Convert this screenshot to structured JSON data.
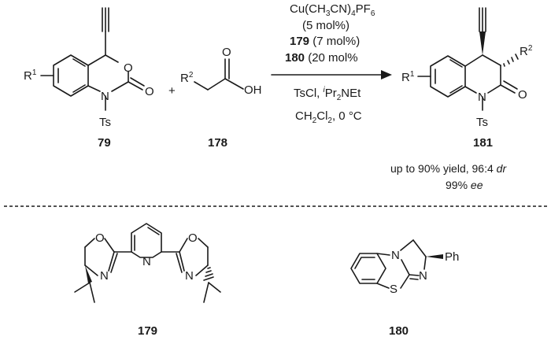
{
  "compounds": {
    "c79": {
      "label": "79",
      "atoms": {
        "r1": "R",
        "r1_sup": "1",
        "o": "O",
        "o_carbonyl": "O",
        "n": "N",
        "ts": "Ts"
      }
    },
    "c178": {
      "label": "178",
      "atoms": {
        "r2": "R",
        "r2_sup": "2",
        "o": "O",
        "oh": "OH"
      }
    },
    "c181": {
      "label": "181",
      "atoms": {
        "r1": "R",
        "r1_sup": "1",
        "r2": "R",
        "r2_sup": "2",
        "o": "O",
        "n": "N",
        "ts": "Ts"
      }
    },
    "c179": {
      "label": "179",
      "atoms": {
        "o_left": "O",
        "n_left": "N",
        "n_pyr": "N",
        "o_right": "O",
        "n_right": "N"
      }
    },
    "c180": {
      "label": "180",
      "atoms": {
        "n_bridge": "N",
        "n_imine": "N",
        "s": "S",
        "ph": "Ph"
      }
    }
  },
  "plus_sign": "+",
  "conditions": {
    "catalyst_a": "Cu(CH",
    "catalyst_b": "3",
    "catalyst_c": "CN)",
    "catalyst_d": "4",
    "catalyst_e": "PF",
    "catalyst_f": "6",
    "catalyst_loading": "(5 mol%)",
    "ligand_id": "179",
    "ligand_loading": " (7 mol%)",
    "cocat_id": "180",
    "cocat_loading": " (20 mol%",
    "reagents_a": "TsCl, ",
    "reagents_b": "i",
    "reagents_c": "Pr",
    "reagents_d": "2",
    "reagents_e": "NEt",
    "solvent_a": "CH",
    "solvent_b": "2",
    "solvent_c": "Cl",
    "solvent_d": "2",
    "solvent_e": ", 0 °C"
  },
  "results": {
    "line1_a": "up to 90% yield, 96:4 ",
    "line1_b": "dr",
    "line2_a": "99% ",
    "line2_b": "ee"
  }
}
